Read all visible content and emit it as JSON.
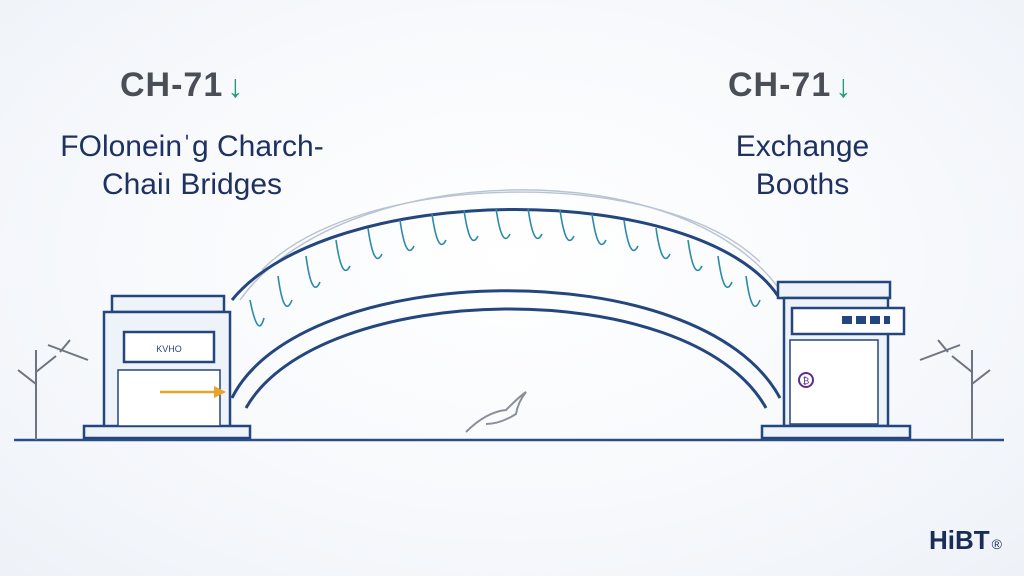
{
  "left_panel": {
    "code": "CH-71",
    "code_arrow": "↓",
    "caption_line1": "FOloneinˈg Charch-",
    "caption_line2": "Chaiı Bridges",
    "booth_sign": "KVHO"
  },
  "right_panel": {
    "code": "CH-71",
    "code_arrow": "↓",
    "caption_line1": "Exchange",
    "caption_line2": "Booths",
    "booth_symbol": "₿"
  },
  "brand": {
    "logo": "HiBT",
    "reg_mark": "®"
  },
  "colors": {
    "line": "#1e3c72",
    "accent": "#1f9a7a",
    "orange": "#e8a32c",
    "teal_strands": "#2d8aa8"
  }
}
